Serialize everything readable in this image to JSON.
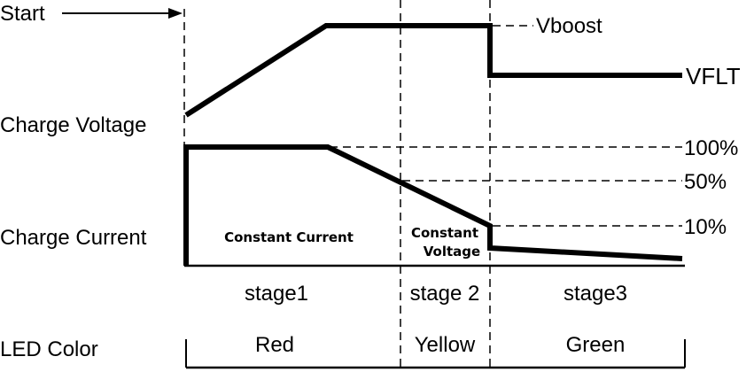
{
  "labels": {
    "start": "Start",
    "charge_voltage": "Charge Voltage",
    "charge_current": "Charge Current",
    "vboost": "Vboost",
    "vflt": "VFLT",
    "pct_100": "100%",
    "pct_50": "50%",
    "pct_10": "10%",
    "constant_current": "Constant Current",
    "constant_voltage_1": "Constant",
    "constant_voltage_2": "Voltage",
    "led_color": "LED Color"
  },
  "stages": [
    {
      "label": "stage1",
      "led": "Red"
    },
    {
      "label": "stage 2",
      "led": "Yellow"
    },
    {
      "label": "stage3",
      "led": "Green"
    }
  ]
}
